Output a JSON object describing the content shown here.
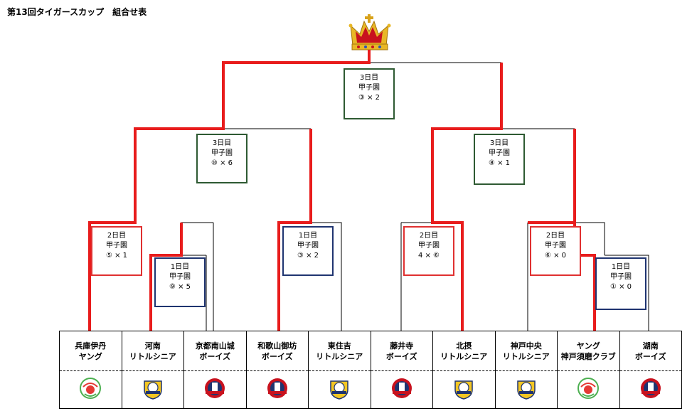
{
  "title": "第13回タイガースカップ　組合せ表",
  "colors": {
    "winner_line": "#e81c1c",
    "plain_line": "#000000"
  },
  "matches": {
    "final": {
      "day": "3日目",
      "venue": "甲子園",
      "score": "③ × 2"
    },
    "semi_left": {
      "day": "3日目",
      "venue": "甲子園",
      "score": "⑩ × 6"
    },
    "semi_right": {
      "day": "3日目",
      "venue": "甲子園",
      "score": "⑧ × 1"
    },
    "qf1": {
      "day": "2日目",
      "venue": "甲子園",
      "score": "⑤ × 1"
    },
    "r1a": {
      "day": "1日目",
      "venue": "甲子園",
      "score": "⑨ × 5"
    },
    "qf2": {
      "day": "1日目",
      "venue": "甲子園",
      "score": "③ × 2"
    },
    "qf3": {
      "day": "2日目",
      "venue": "甲子園",
      "score": "4 × ⑥"
    },
    "qf4": {
      "day": "2日目",
      "venue": "甲子園",
      "score": "⑥ × 0"
    },
    "r1b": {
      "day": "1日目",
      "venue": "甲子園",
      "score": "① × 0"
    }
  },
  "teams": [
    {
      "line1": "兵庫伊丹",
      "line2": "ヤング",
      "logo": "young-league-logo"
    },
    {
      "line1": "河南",
      "line2": "リトルシニア",
      "logo": "little-senior-logo"
    },
    {
      "line1": "京都南山城",
      "line2": "ボーイズ",
      "logo": "boys-league-logo"
    },
    {
      "line1": "和歌山御坊",
      "line2": "ボーイズ",
      "logo": "boys-league-logo"
    },
    {
      "line1": "東住吉",
      "line2": "リトルシニア",
      "logo": "little-senior-logo"
    },
    {
      "line1": "藤井寺",
      "line2": "ボーイズ",
      "logo": "boys-league-logo"
    },
    {
      "line1": "北摂",
      "line2": "リトルシニア",
      "logo": "little-senior-logo"
    },
    {
      "line1": "神戸中央",
      "line2": "リトルシニア",
      "logo": "little-senior-logo"
    },
    {
      "line1": "ヤング",
      "line2": "神戸須磨クラブ",
      "logo": "young-league-logo"
    },
    {
      "line1": "湖南",
      "line2": "ボーイズ",
      "logo": "boys-league-logo"
    }
  ]
}
